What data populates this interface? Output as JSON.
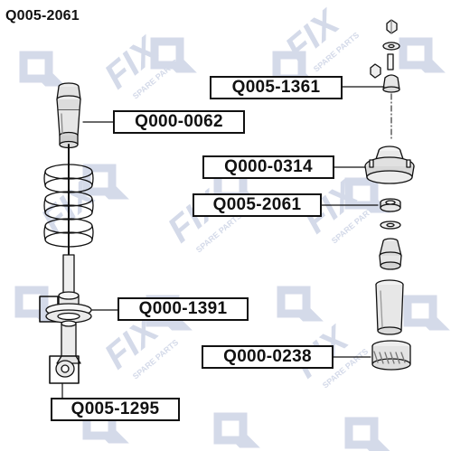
{
  "header": {
    "part_number": "Q005-2061"
  },
  "watermark": {
    "brand": "FIX",
    "tagline": "SPARE PARTS",
    "logo_letter": "Q"
  },
  "callouts": [
    {
      "id": "strut-mount-nut",
      "label": "Q005-1361"
    },
    {
      "id": "dust-boot",
      "label": "Q000-0062"
    },
    {
      "id": "strut-mount",
      "label": "Q000-0314"
    },
    {
      "id": "bearing",
      "label": "Q005-2061"
    },
    {
      "id": "spring-pad",
      "label": "Q000-1391"
    },
    {
      "id": "shock-bushing",
      "label": "Q005-1295"
    },
    {
      "id": "bearing-race",
      "label": "Q000-0238"
    }
  ],
  "colors": {
    "ink": "#111111",
    "watermark": "#d4dae9",
    "background": "#ffffff"
  }
}
